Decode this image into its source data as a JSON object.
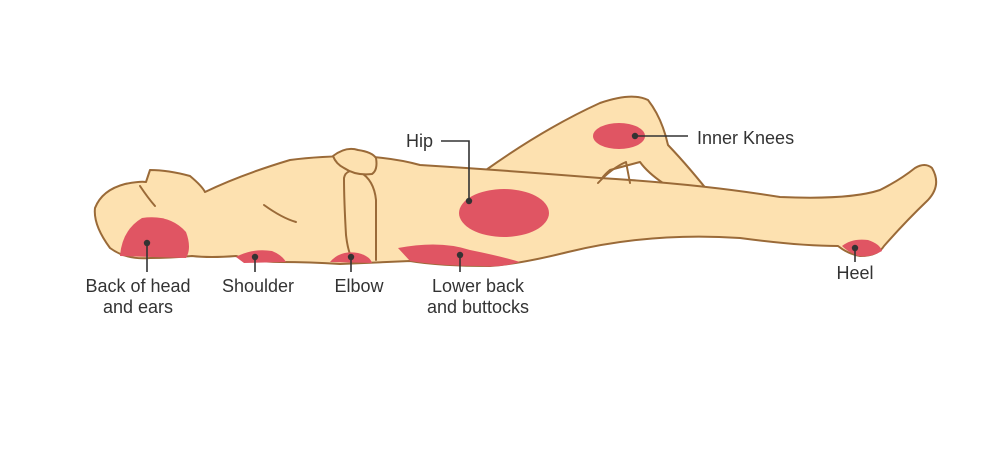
{
  "colors": {
    "skin": "#fde1b0",
    "outline": "#9a6a38",
    "pressure": "#e05563",
    "line": "#333333",
    "text": "#333333"
  },
  "labels": {
    "hip": "Hip",
    "inner_knees": "Inner Knees",
    "heel": "Heel",
    "head_line1": "Back of head",
    "head_line2": "and ears",
    "shoulder": "Shoulder",
    "elbow": "Elbow",
    "lower_back_line1": "Lower back",
    "lower_back_line2": "and buttocks"
  }
}
